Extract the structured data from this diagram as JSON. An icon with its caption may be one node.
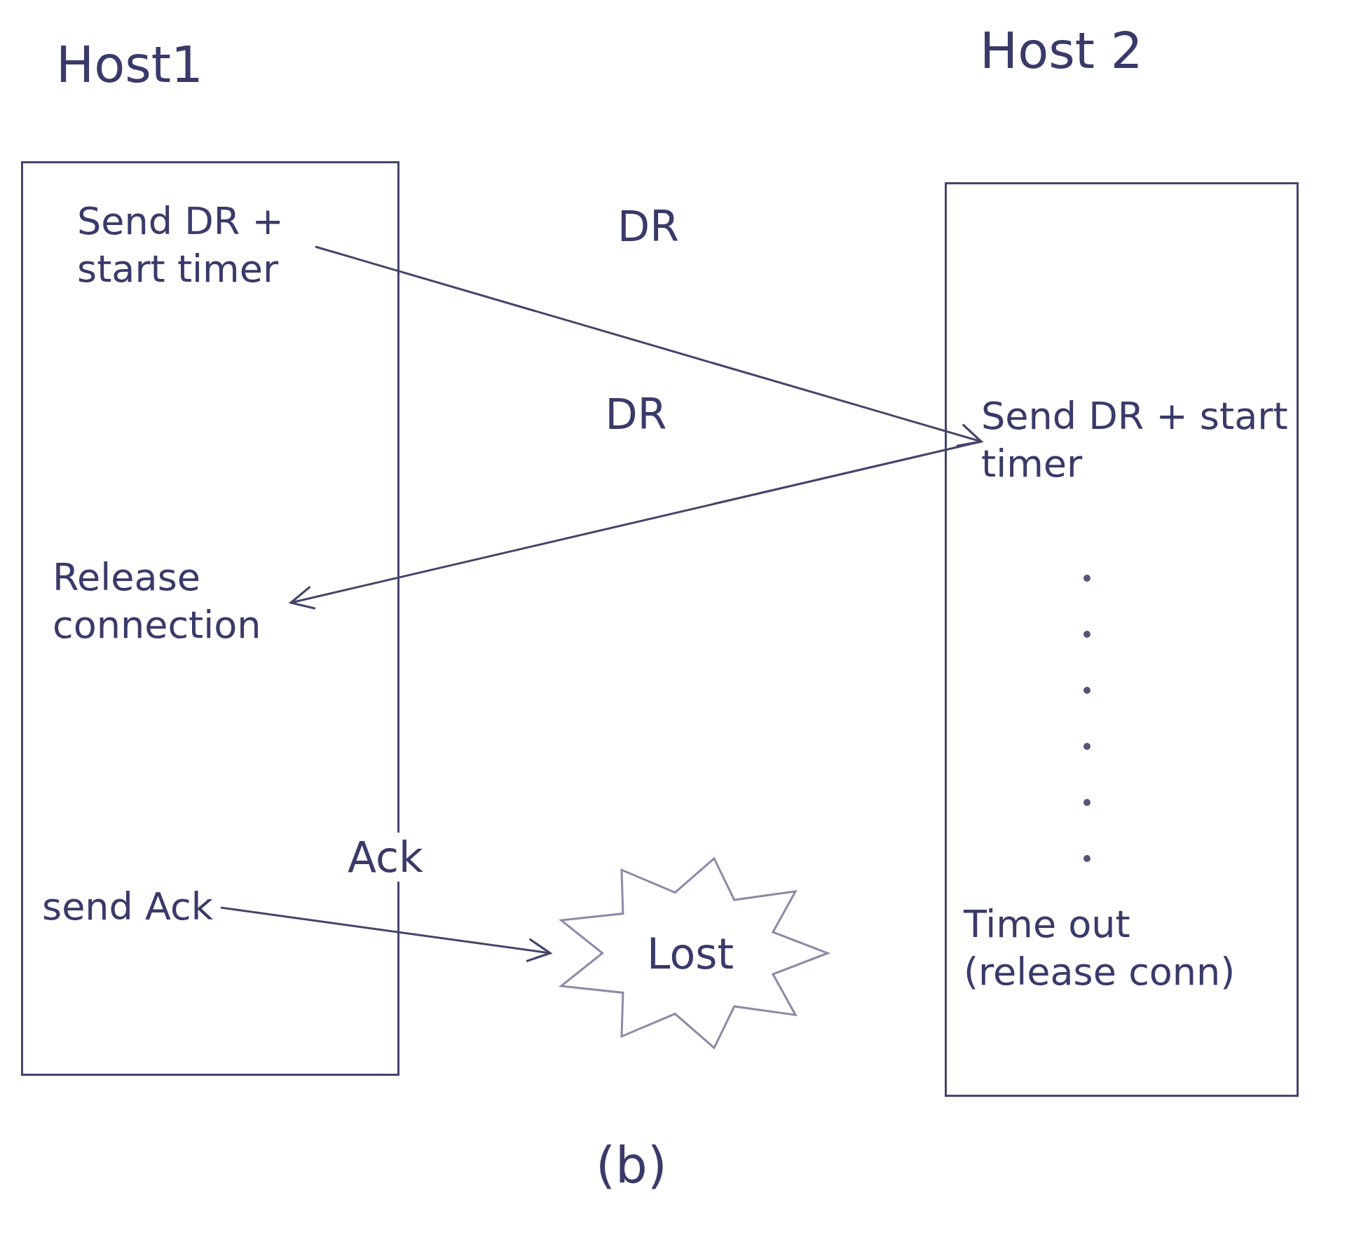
{
  "diagram": {
    "caption": "(b)",
    "nodes": [
      {
        "text": [
          "Host1"
        ]
      },
      {
        "text": [
          "Send DR + start timer"
        ],
        "in": 0
      },
      {
        "text": [
          "Release connection"
        ],
        "in": 0
      },
      {
        "text": [
          "send Ack"
        ],
        "in": 0
      },
      {
        "text": [
          "Host 2"
        ]
      },
      {
        "text": [
          "Send DR + start timer"
        ],
        "in": 4
      },
      {
        "text": [
          "Time out (release conn)"
        ],
        "in": 4
      },
      {
        "text": [
          "Lost"
        ]
      }
    ],
    "edges": [
      {
        "from": 1,
        "to": 5,
        "arrow": "to",
        "label": "DR"
      },
      {
        "from": 5,
        "to": 2,
        "arrow": "to",
        "label": "DR"
      },
      {
        "from": 3,
        "to": 7,
        "arrow": "to",
        "label": "Ack"
      }
    ]
  }
}
